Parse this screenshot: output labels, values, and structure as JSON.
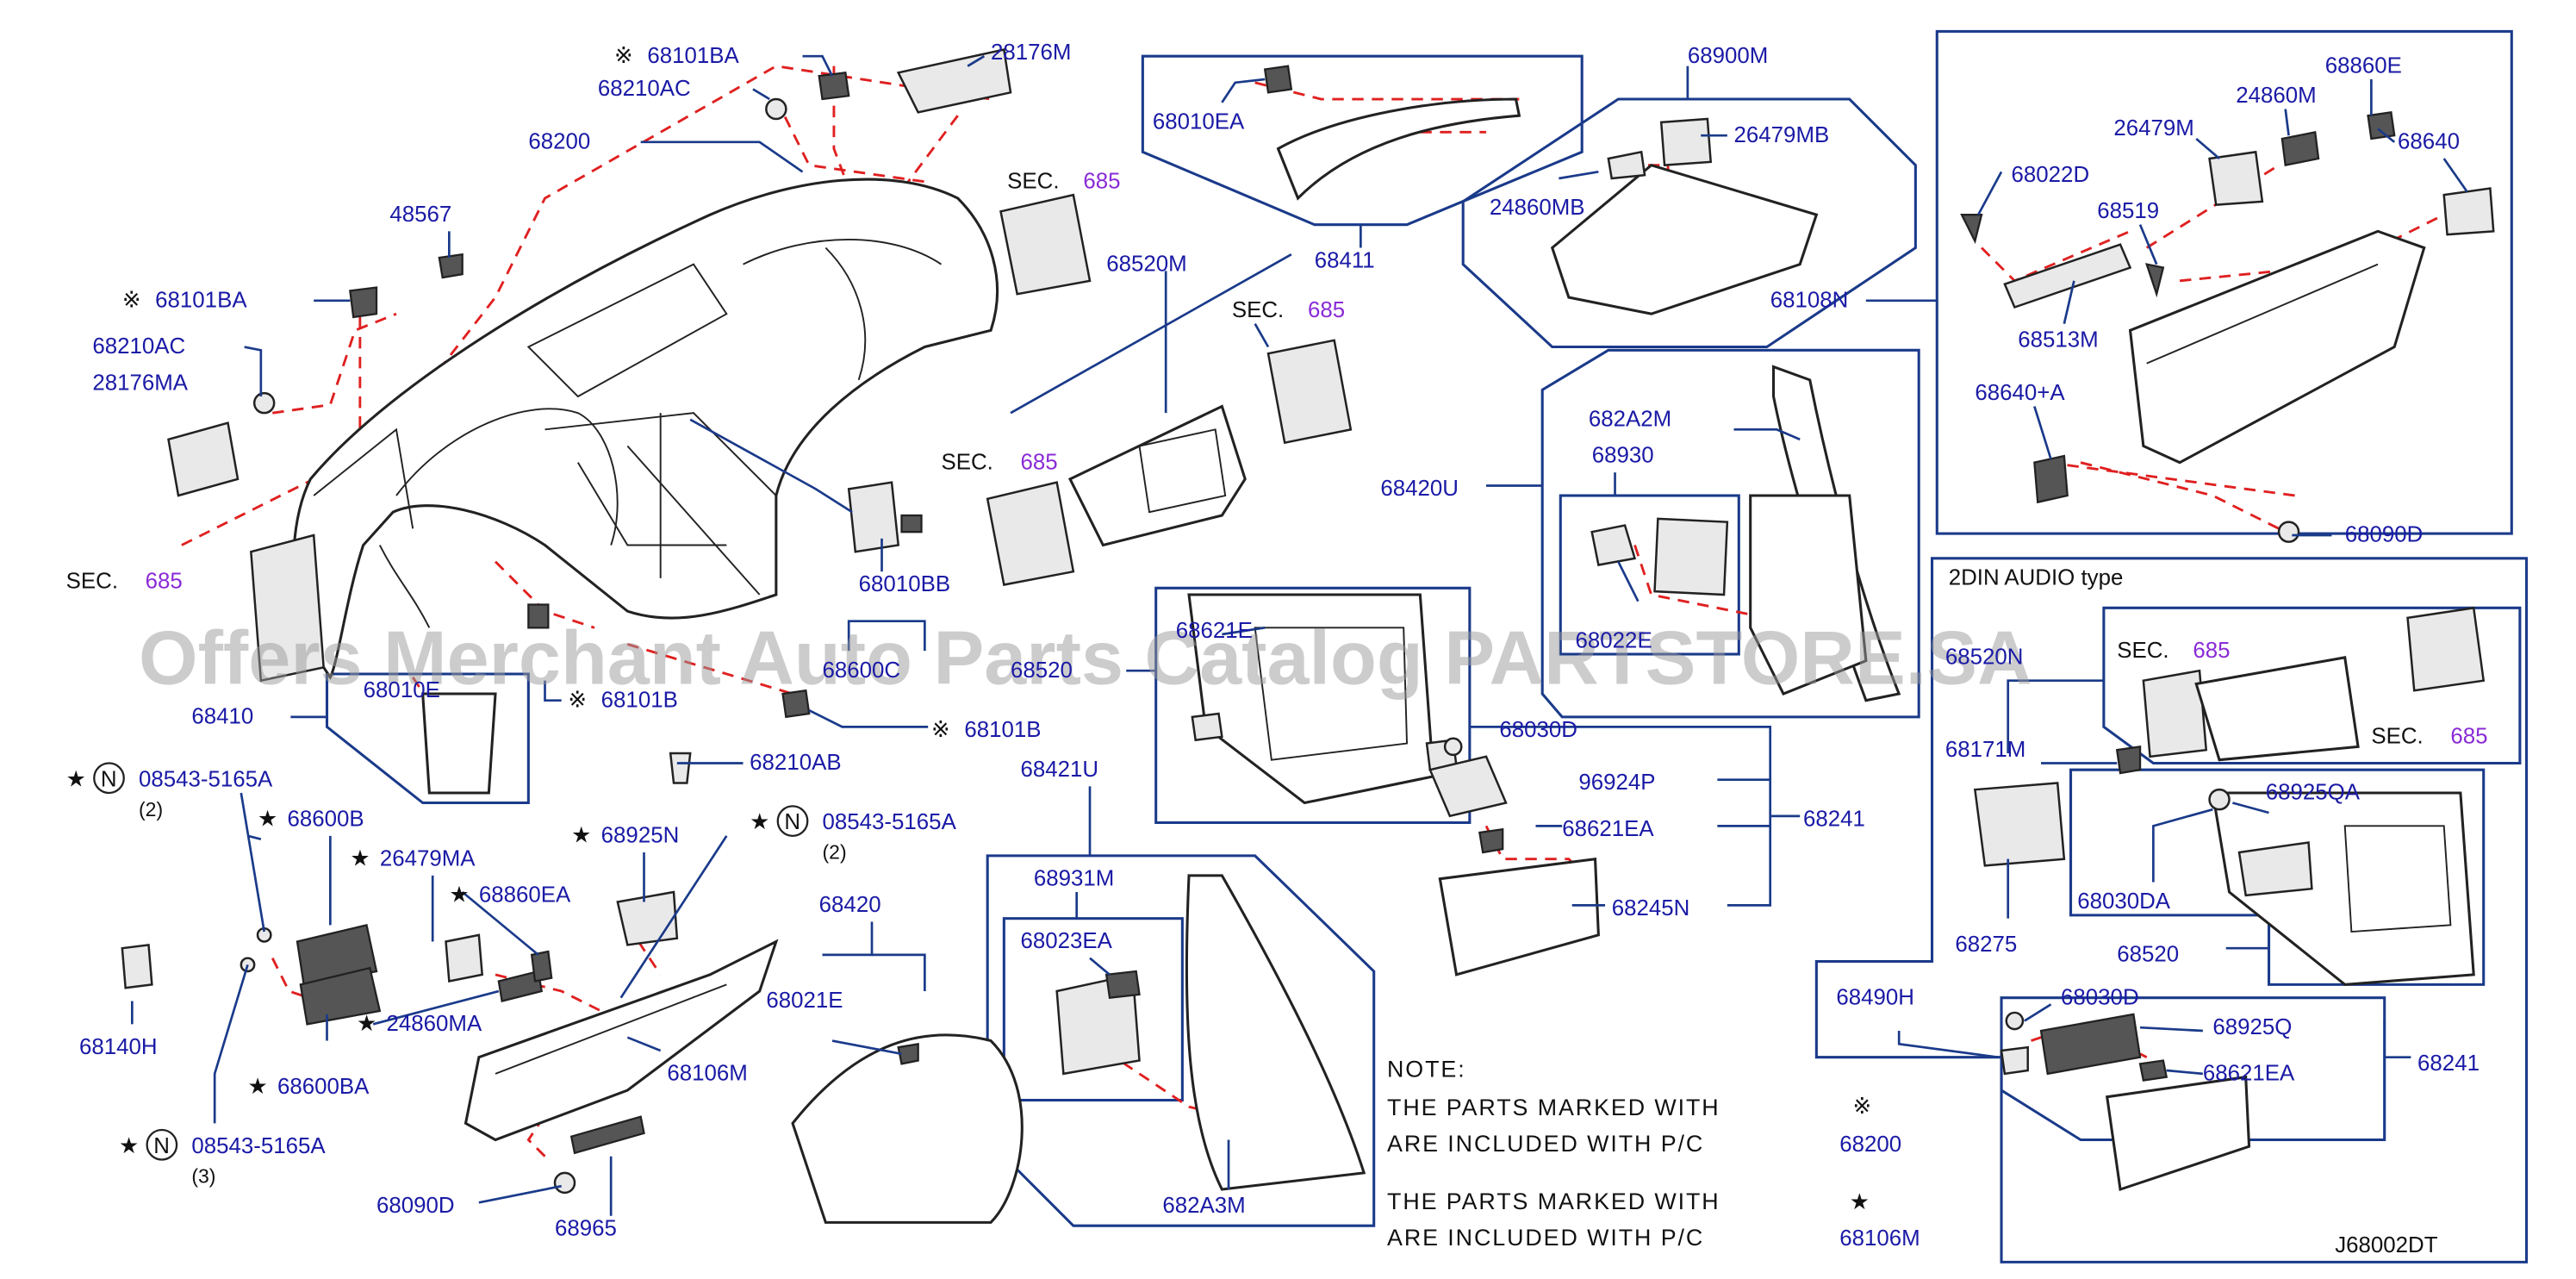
{
  "labels": {
    "p68101BA_top": "68101BA",
    "p28176M": "28176M",
    "p68210AC_top": "68210AC",
    "p68200": "68200",
    "p68010EA": "68010EA",
    "p68411": "68411",
    "p68900M": "68900M",
    "p26479MB": "26479MB",
    "p24860MB": "24860MB",
    "p68108N": "68108N",
    "p68860E": "68860E",
    "p26479M": "26479M",
    "p24860M": "24860M",
    "p68640": "68640",
    "p68022D": "68022D",
    "p68519": "68519",
    "p68513M": "68513M",
    "p68640A": "68640+A",
    "p68090D_right": "68090D",
    "p48567": "48567",
    "p68101BA_left": "68101BA",
    "p68210AC_left": "68210AC",
    "p28176MA": "28176MA",
    "p68520M": "68520M",
    "p68010BB": "68010BB",
    "p68420U": "68420U",
    "p682A2M": "682A2M",
    "p68930": "68930",
    "p68022E": "68022E",
    "p68600C": "68600C",
    "p68520_mid": "68520",
    "p68621E": "68621E",
    "p68010E": "68010E",
    "p68410": "68410",
    "p68101B": "68101B",
    "p68101B2": "68101B",
    "p68210AB": "68210AB",
    "p68030D_mid": "68030D",
    "p96924P": "96924P",
    "p68621EA_mid": "68621EA",
    "p68241_mid": "68241",
    "p68245N": "68245N",
    "p68421U": "68421U",
    "p68931M": "68931M",
    "p68023EA": "68023EA",
    "p682A3M": "682A3M",
    "p68420": "68420",
    "p68021E": "68021E",
    "p08543_a": "08543-5165A",
    "qty2_a": "(2)",
    "p68600B": "68600B",
    "p26479MA": "26479MA",
    "p68860EA": "68860EA",
    "p68925N": "68925N",
    "p08543_b": "08543-5165A",
    "qty2_b": "(2)",
    "p68140H": "68140H",
    "p24860MA": "24860MA",
    "p68106M": "68106M",
    "p68600BA": "68600BA",
    "p08543_c": "08543-5165A",
    "qty3": "(3)",
    "p68090D_left": "68090D",
    "p68965": "68965",
    "p68520N": "68520N",
    "p68171M": "68171M",
    "p68925QA": "68925QA",
    "p68275": "68275",
    "p68030DA": "68030DA",
    "p68520_right": "68520",
    "p68490H": "68490H",
    "p68030D_right": "68030D",
    "p68925Q": "68925Q",
    "p68621EA_right": "68621EA",
    "p68241_right": "68241",
    "note_title": "NOTE:",
    "note_line1": "THE   PARTS   MARKED   WITH",
    "note_line2": "ARE   INCLUDED   WITH   P/C",
    "note_line3": "THE   PARTS   MARKED   WITH",
    "note_line4": "ARE   INCLUDED   WITH   P/C",
    "note_ref1": "68200",
    "note_ref2": "68106M",
    "audio_type": "2DIN   AUDIO   type",
    "diagram_code": "J68002DT"
  },
  "sec_refs": [
    {
      "label": "SEC.",
      "num": "685"
    },
    {
      "label": "SEC.",
      "num": "685"
    },
    {
      "label": "SEC.",
      "num": "685"
    },
    {
      "label": "SEC.",
      "num": "685"
    },
    {
      "label": "SEC.",
      "num": "685"
    }
  ],
  "symbols": {
    "kome": "※",
    "star": "★",
    "circle_n": "N"
  },
  "watermark": "Offers Merchant Auto Parts Catalog PARTSTORE.SA",
  "colors": {
    "part_number": "#1a1aa6",
    "section_number": "#8a2bd6",
    "leader_box": "#1a3a8a",
    "dashed_guide": "#e02020",
    "watermark": "#9a9a9a"
  }
}
